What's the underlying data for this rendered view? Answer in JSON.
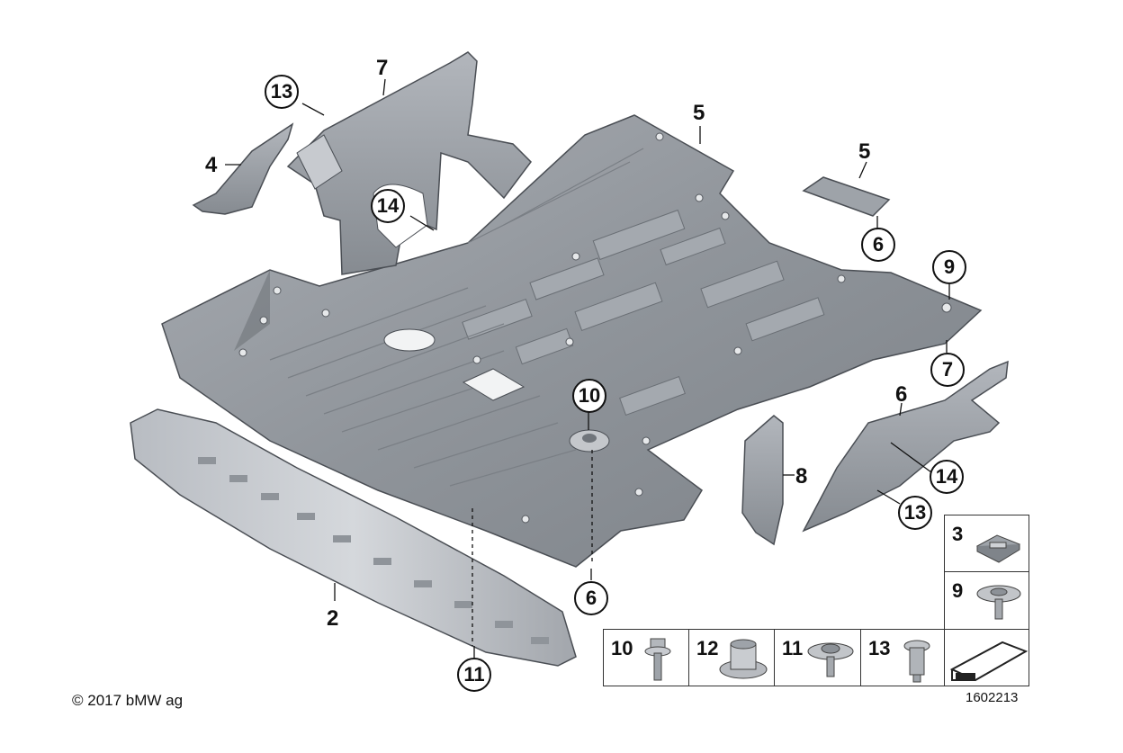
{
  "labels": {
    "l7_top": "7",
    "c13_topleft": "13",
    "l4": "4",
    "c14_left": "14",
    "l5_main": "5",
    "l5_small": "5",
    "c6_small": "6",
    "c9": "9",
    "c7_right": "7",
    "l6_right": "6",
    "c10": "10",
    "l8": "8",
    "c14_right": "14",
    "c13_right": "13",
    "l2": "2",
    "c6_bottom": "6",
    "c11": "11"
  },
  "parts_table": {
    "cells": [
      {
        "num": "3",
        "icon": "clip-nut-icon"
      },
      {
        "num": "9",
        "icon": "expanding-rivet-icon"
      },
      {
        "num": "10",
        "icon": "bolt-icon"
      },
      {
        "num": "12",
        "icon": "nut-icon"
      },
      {
        "num": "11",
        "icon": "collar-screw-icon"
      },
      {
        "num": "13",
        "icon": "hex-screw-icon"
      },
      {
        "num": "",
        "icon": "arrow-direction-icon"
      }
    ]
  },
  "copyright": "© 2017 bMW ag",
  "doc_id": "1602213"
}
